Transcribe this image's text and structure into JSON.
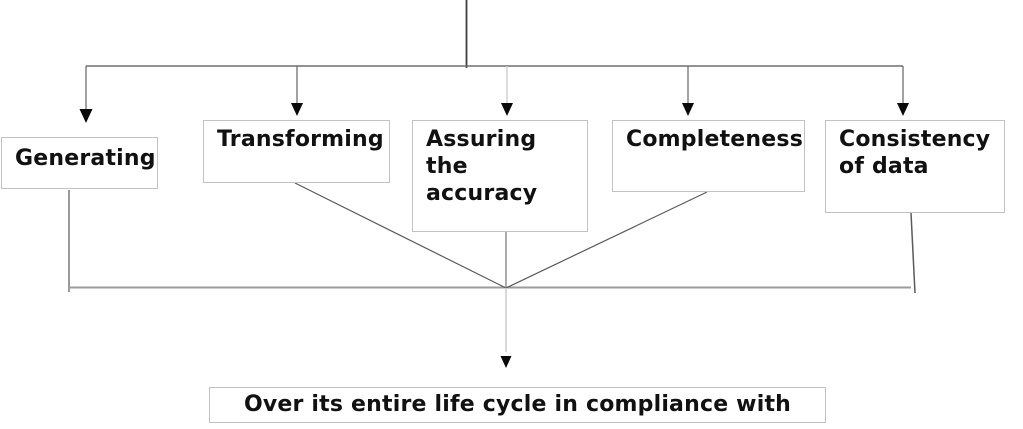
{
  "diagram": {
    "nodes": {
      "generating": {
        "label": "Generating"
      },
      "transforming": {
        "label": "Transforming"
      },
      "assuring": {
        "label": "Assuring the accuracy"
      },
      "completeness": {
        "label": "Completeness"
      },
      "consistency": {
        "label": "Consistency of data"
      },
      "bottom": {
        "label": "Over its entire life cycle in compliance with"
      }
    },
    "structure": "A trunk line from the top fans out to five boxes; connectors from all five boxes converge to a single point that points down into the bottom box"
  },
  "colors": {
    "background": "#ffffff",
    "text": "#111111",
    "box_border": "#c3c3c3",
    "line_dark": "#3f3f3f",
    "line": "#6f6f6f",
    "line_soft": "#9b9b9b",
    "line_light": "#cccccc",
    "arrow": "#0a0a0a"
  }
}
